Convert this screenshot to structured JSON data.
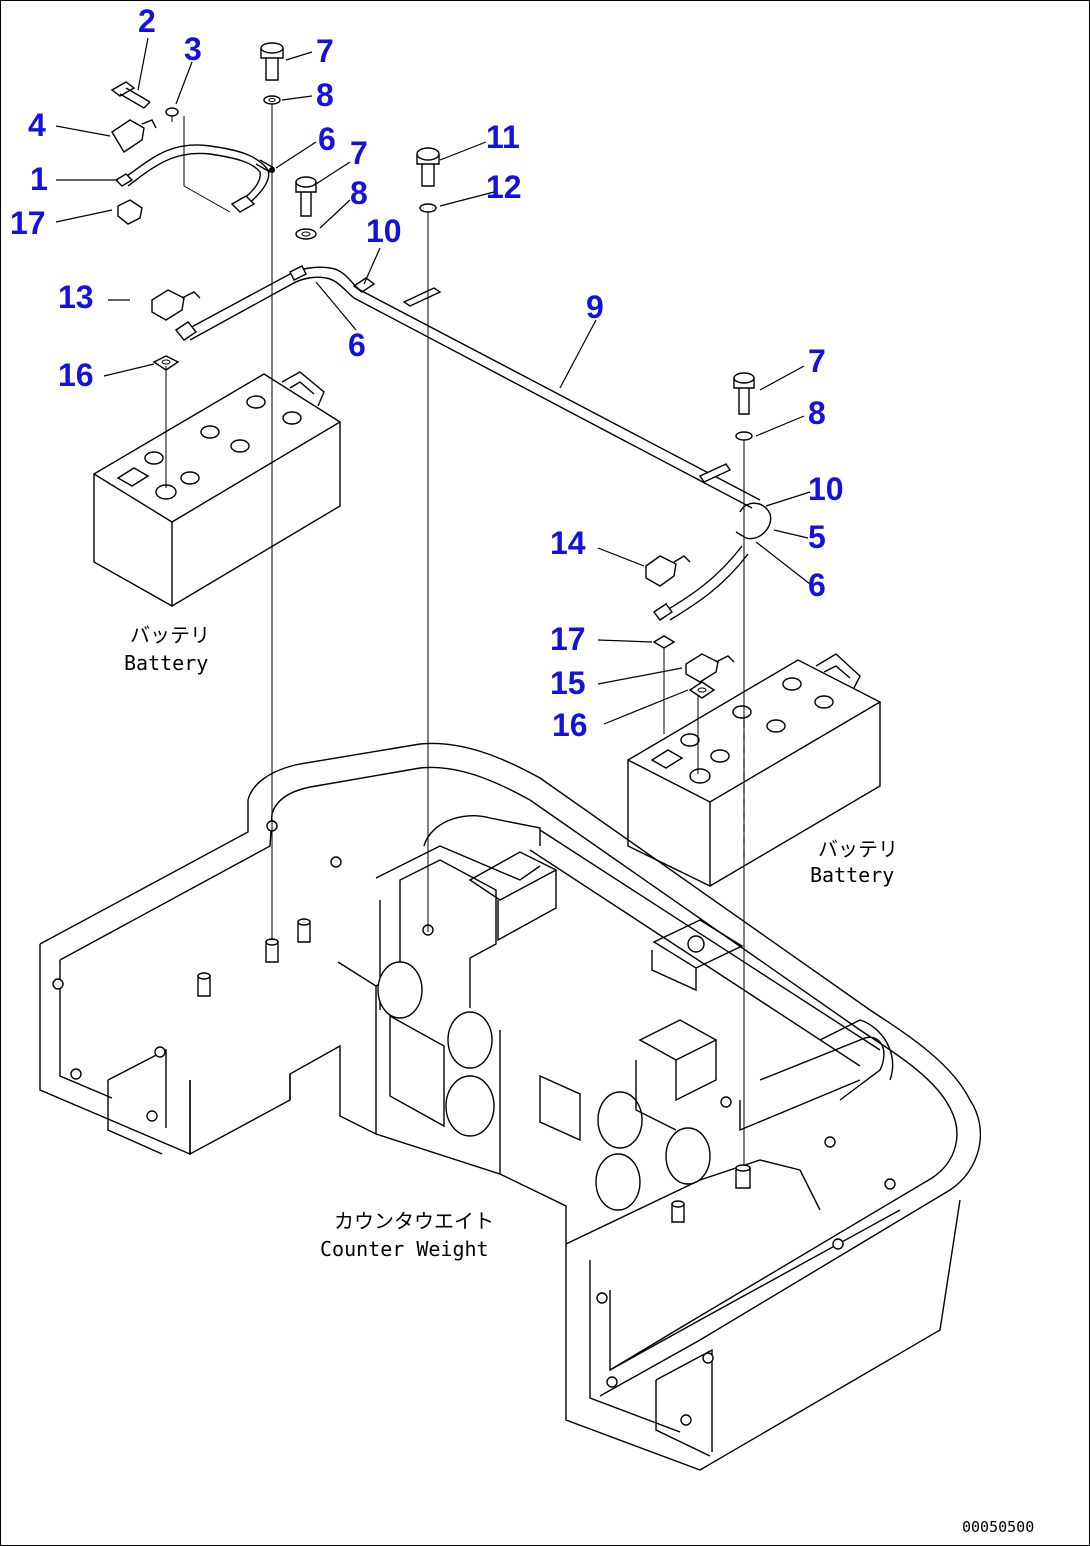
{
  "callouts": [
    {
      "id": "c2",
      "text": "2"
    },
    {
      "id": "c3",
      "text": "3"
    },
    {
      "id": "c7a",
      "text": "7"
    },
    {
      "id": "c8a",
      "text": "8"
    },
    {
      "id": "c4",
      "text": "4"
    },
    {
      "id": "c6a",
      "text": "6"
    },
    {
      "id": "c7b",
      "text": "7"
    },
    {
      "id": "c11",
      "text": "11"
    },
    {
      "id": "c1",
      "text": "1"
    },
    {
      "id": "c8b",
      "text": "8"
    },
    {
      "id": "c12",
      "text": "12"
    },
    {
      "id": "c17a",
      "text": "17"
    },
    {
      "id": "c10a",
      "text": "10"
    },
    {
      "id": "c13",
      "text": "13"
    },
    {
      "id": "c9",
      "text": "9"
    },
    {
      "id": "c6b",
      "text": "6"
    },
    {
      "id": "c16a",
      "text": "16"
    },
    {
      "id": "c7c",
      "text": "7"
    },
    {
      "id": "c8c",
      "text": "8"
    },
    {
      "id": "c10b",
      "text": "10"
    },
    {
      "id": "c5",
      "text": "5"
    },
    {
      "id": "c14",
      "text": "14"
    },
    {
      "id": "c6c",
      "text": "6"
    },
    {
      "id": "c17b",
      "text": "17"
    },
    {
      "id": "c15",
      "text": "15"
    },
    {
      "id": "c16b",
      "text": "16"
    }
  ],
  "captions": {
    "battery_left_jp": "バッテリ",
    "battery_left_en": "Battery",
    "battery_right_jp": "バッテリ",
    "battery_right_en": "Battery",
    "counterweight_jp": "カウンタウエイト",
    "counterweight_en": "Counter Weight"
  },
  "doc_id": "00050500",
  "colors": {
    "callout": "#1212e0",
    "line": "#000000"
  }
}
